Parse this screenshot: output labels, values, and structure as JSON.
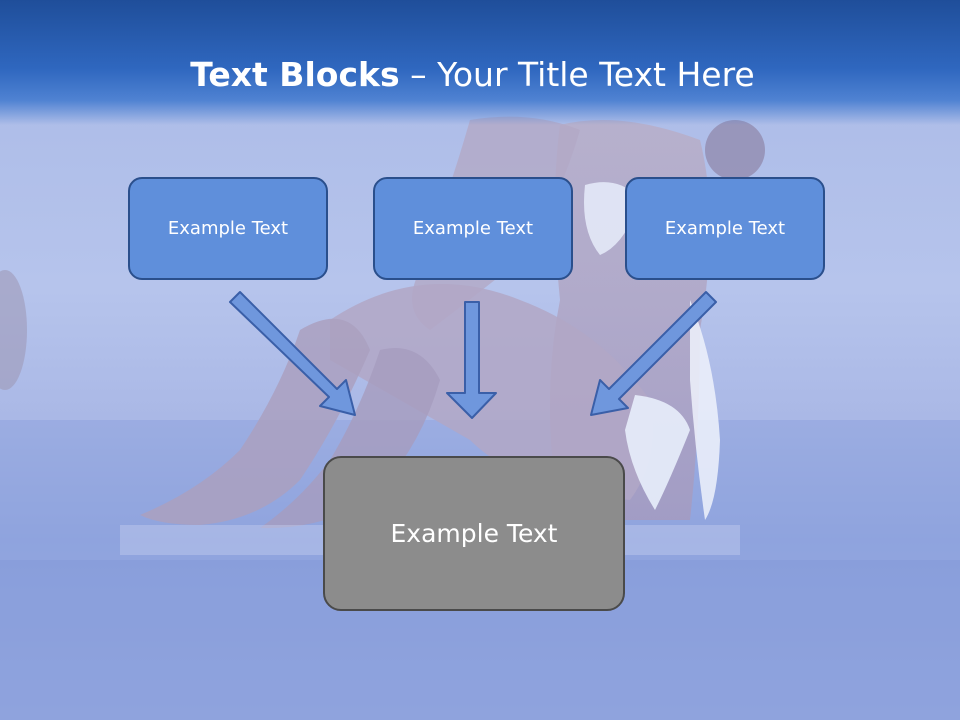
{
  "title": {
    "bold": "Text Blocks",
    "separator": " – ",
    "rest": "Your Title Text Here"
  },
  "boxes": [
    {
      "label": "Example Text"
    },
    {
      "label": "Example Text"
    },
    {
      "label": "Example Text"
    }
  ],
  "result": {
    "label": "Example Text"
  },
  "colors": {
    "title_band": "#2f67bf",
    "box_fill": "#5f8fdb",
    "box_border": "#2a4f8c",
    "result_fill": "#8c8c8c",
    "result_border": "#4a4a4a",
    "arrow_fill": "#6f97dd",
    "arrow_stroke": "#3a5fa8"
  }
}
